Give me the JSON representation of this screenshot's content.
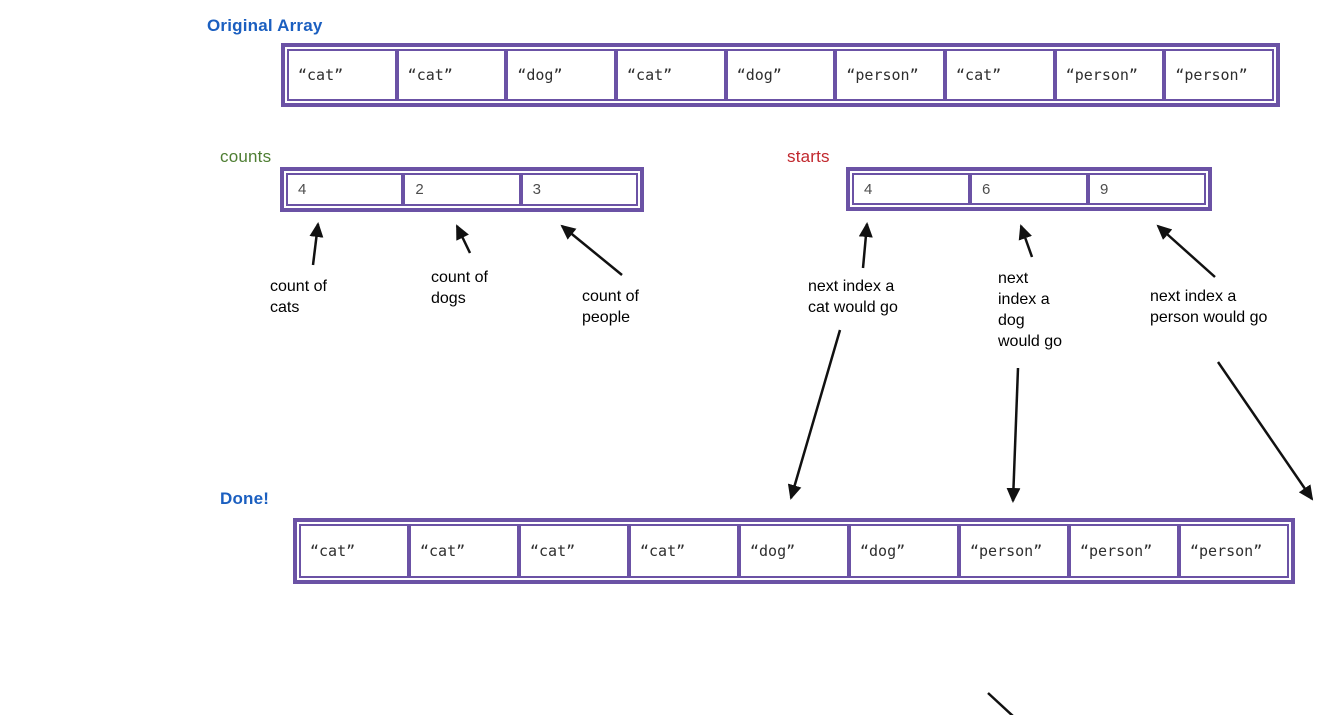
{
  "colors": {
    "array_border": "#6b52a5",
    "title_blue": "#1b5fc0",
    "counts_green": "#4e7e33",
    "starts_red": "#c1272d",
    "arrow_black": "#111111"
  },
  "original_array": {
    "label": "Original Array",
    "cells": [
      "“cat”",
      "“cat”",
      "“dog”",
      "“cat”",
      "“dog”",
      "“person”",
      "“cat”",
      "“person”",
      "“person”"
    ]
  },
  "counts_array": {
    "label": "counts",
    "cells": [
      "4",
      "2",
      "3"
    ],
    "annotations": [
      "count of\ncats",
      "count of\ndogs",
      "count of\npeople"
    ]
  },
  "starts_array": {
    "label": "starts",
    "cells": [
      "4",
      "6",
      "9"
    ],
    "annotations": [
      "next index a\ncat would go",
      "next\nindex a\ndog\nwould go",
      "next index a\nperson would go"
    ]
  },
  "done_array": {
    "label": "Done!",
    "cells": [
      "“cat”",
      "“cat”",
      "“cat”",
      "“cat”",
      "“dog”",
      "“dog”",
      "“person”",
      "“person”",
      "“person”"
    ]
  }
}
